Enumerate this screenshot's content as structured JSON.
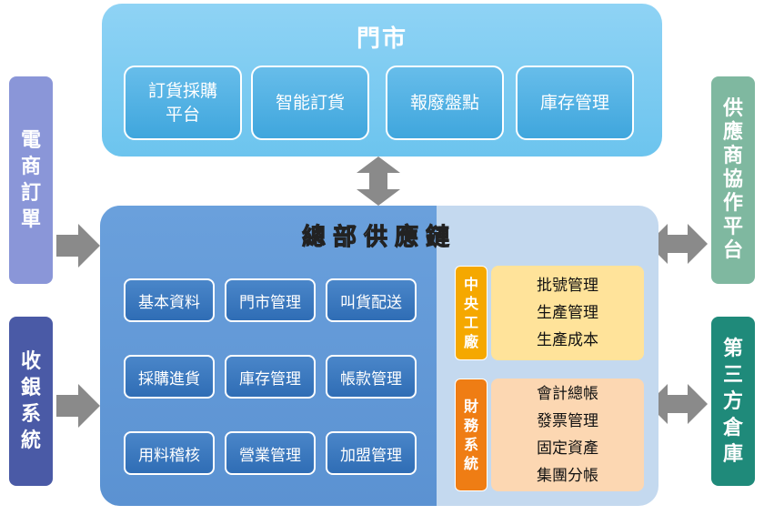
{
  "store": {
    "title": "門市",
    "items": [
      "訂貨採購\n平台",
      "智能訂貨",
      "報廢盤點",
      "庫存管理"
    ]
  },
  "left_bars": {
    "ecommerce": "電\n商\n訂\n單",
    "pos": "收\n銀\n系\n統"
  },
  "right_bars": {
    "supplier": "供\n應\n商\n協\n作\n平\n台",
    "warehouse": "第\n三\n方\n倉\n庫"
  },
  "hq": {
    "title": "總部供應鏈",
    "modules": [
      "基本資料",
      "門市管理",
      "叫貨配送",
      "採購進貨",
      "庫存管理",
      "帳款管理",
      "用料稽核",
      "營業管理",
      "加盟管理"
    ],
    "factory": {
      "label": "中\n央\n工\n廠",
      "items": [
        "批號管理",
        "生產管理",
        "生產成本"
      ]
    },
    "finance": {
      "label": "財\n務\n系\n統",
      "items": [
        "會計總帳",
        "發票管理",
        "固定資產",
        "集團分帳"
      ]
    }
  },
  "colors": {
    "store_bg": "#7ccbf1",
    "hq_bg": "#6aa0dc",
    "ecommerce_bar": "#8a96d8",
    "pos_bar": "#4a5aa6",
    "supplier_bar": "#7fb8a0",
    "warehouse_bar": "#1f8a7a",
    "factory_label": "#f5a800",
    "factory_list": "#ffe39a",
    "finance_label": "#ef7d14",
    "finance_list": "#fcd7b2",
    "arrow": "#8a8a8a"
  }
}
